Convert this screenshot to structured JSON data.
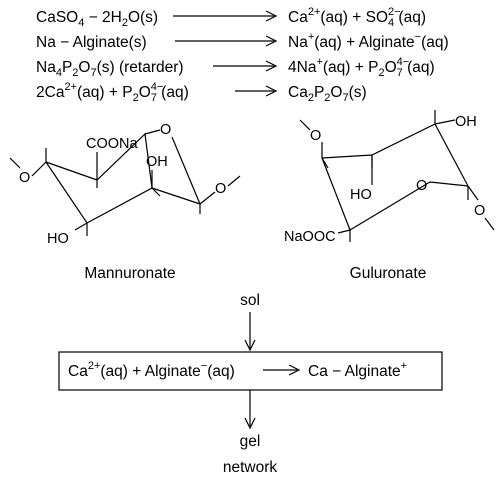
{
  "equations": [
    {
      "id": "eq1",
      "lhs": [
        {
          "t": "CaSO"
        },
        {
          "t": "4",
          "sub": true
        },
        {
          "t": " − 2H"
        },
        {
          "t": "2",
          "sub": true
        },
        {
          "t": "O(s)"
        }
      ],
      "rhs": [
        {
          "t": "Ca"
        },
        {
          "t": "2+",
          "sup": true
        },
        {
          "t": "(aq) + SO"
        },
        {
          "t": "2−",
          "sup": true
        },
        {
          "t": "4",
          "subk": true
        },
        {
          "t": " (aq)"
        }
      ]
    },
    {
      "id": "eq2",
      "lhs": [
        {
          "t": "Na − Alginate(s)"
        }
      ],
      "rhs": [
        {
          "t": "Na"
        },
        {
          "t": "+",
          "sup": true
        },
        {
          "t": "(aq) + Alginate"
        },
        {
          "t": "−",
          "sup": true
        },
        {
          "t": "(aq)"
        }
      ]
    },
    {
      "id": "eq3",
      "lhs": [
        {
          "t": "Na"
        },
        {
          "t": "4",
          "sub": true
        },
        {
          "t": "P"
        },
        {
          "t": "2",
          "sub": true
        },
        {
          "t": "O"
        },
        {
          "t": "7",
          "sub": true
        },
        {
          "t": "(s) (retarder)"
        }
      ],
      "rhs": [
        {
          "t": "4Na"
        },
        {
          "t": "+",
          "sup": true
        },
        {
          "t": "(aq) + P"
        },
        {
          "t": "2",
          "sub": true
        },
        {
          "t": "O"
        },
        {
          "t": "4−",
          "sup": true
        },
        {
          "t": "7",
          "subk": true
        },
        {
          "t": " (aq)"
        }
      ]
    },
    {
      "id": "eq4",
      "lhs": [
        {
          "t": "2Ca"
        },
        {
          "t": "2+",
          "sup": true
        },
        {
          "t": "(aq) + P"
        },
        {
          "t": "2",
          "sub": true
        },
        {
          "t": "O"
        },
        {
          "t": "4−",
          "sup": true
        },
        {
          "t": "7",
          "subk": true
        },
        {
          "t": " (aq)"
        }
      ],
      "rhs": [
        {
          "t": "Ca"
        },
        {
          "t": "2",
          "sub": true
        },
        {
          "t": "P"
        },
        {
          "t": "2",
          "sub": true
        },
        {
          "t": "O"
        },
        {
          "t": "7",
          "sub": true
        },
        {
          "t": "(s)"
        }
      ]
    }
  ],
  "mannuronate": {
    "name": "Mannuronate",
    "carboxyl": "COONa",
    "hydroxyl_top": "OH",
    "hydroxyl_bottom": "HO",
    "ring_oxygen": "O",
    "linker_left": "O",
    "linker_right": "O"
  },
  "guluronate": {
    "name": "Guluronate",
    "carboxyl": "NaOOC",
    "hydroxyl_top": "OH",
    "hydroxyl_mid": "HO",
    "ring_oxygen": "O",
    "linker_left": "O",
    "linker_right": "O"
  },
  "flow": {
    "start": "sol",
    "reaction": [
      {
        "t": "Ca"
      },
      {
        "t": "2+",
        "sup": true
      },
      {
        "t": "(aq) + Alginate"
      },
      {
        "t": "−",
        "sup": true
      },
      {
        "t": "(aq)"
      }
    ],
    "product": [
      {
        "t": "Ca − Alginate"
      },
      {
        "t": "+",
        "sup": true
      }
    ],
    "end_line1": "gel",
    "end_line2": "network"
  }
}
